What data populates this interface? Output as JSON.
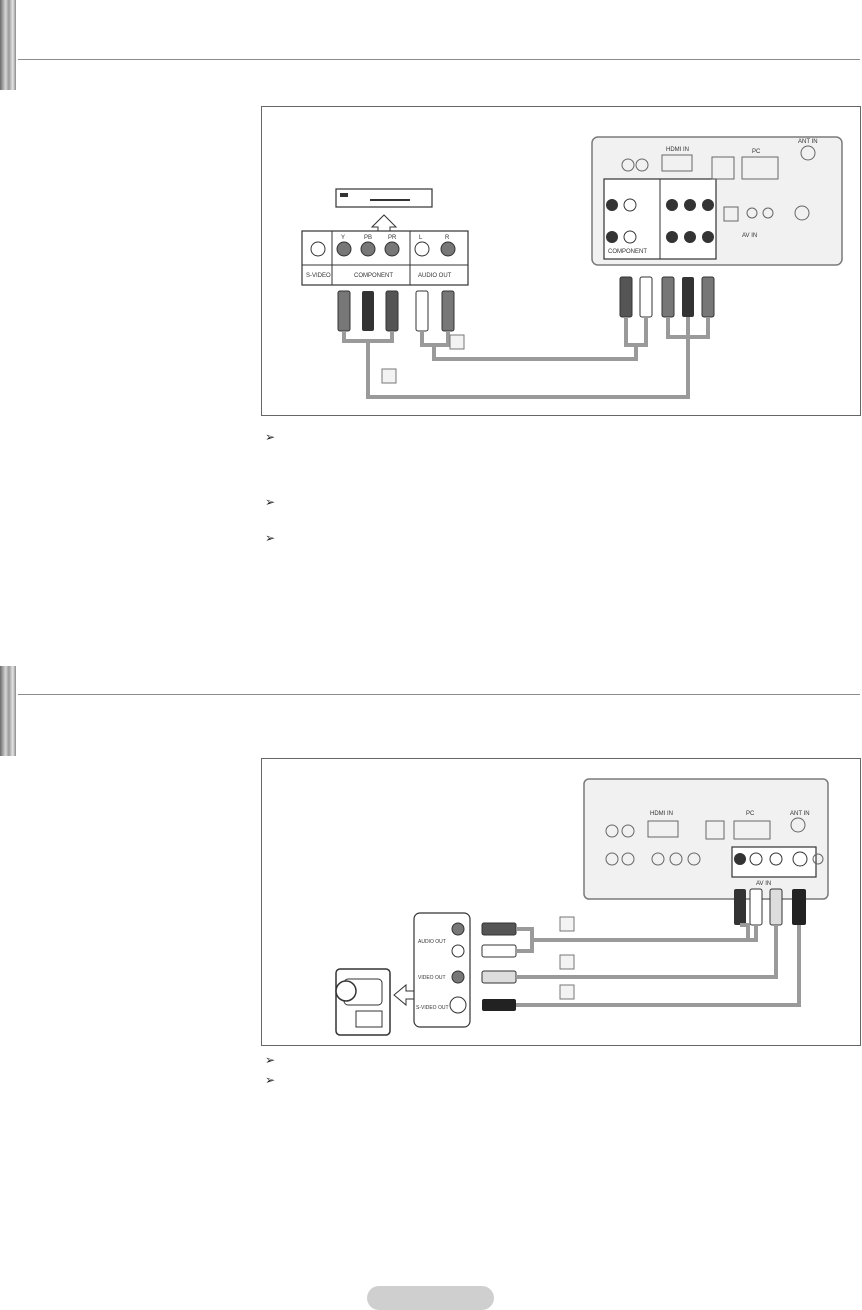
{
  "colors": {
    "cable": "#9a9a9a",
    "panel_bg": "#f1f1f1",
    "panel_border": "#7a7a7a",
    "connector_dark": "#3a3a3a",
    "connector_light": "#ffffff",
    "page_pill": "#cfcfcf"
  },
  "diagram1": {
    "device_labels": {
      "svideo": "S-VIDEO",
      "component": "COMPONENT",
      "audio_out": "AUDIO OUT",
      "y": "Y",
      "pb": "PB",
      "pr": "PR",
      "l": "L",
      "r": "R"
    },
    "tv_labels": {
      "antenna": "ANT IN",
      "hdmi": "HDMI IN",
      "pc": "PC",
      "component": "COMPONENT",
      "av_in": "AV IN"
    }
  },
  "diagram2": {
    "camcorder_labels": {
      "audio_out": "AUDIO OUT",
      "video_out": "VIDEO OUT",
      "svideo_out": "S-VIDEO OUT"
    },
    "tv_labels": {
      "antenna": "ANT IN",
      "hdmi": "HDMI IN",
      "pc": "PC",
      "av_in": "AV IN"
    }
  },
  "icons": [
    "arrow-bullet-icon",
    "dvd-player-icon",
    "camcorder-icon",
    "tv-rear-panel-icon"
  ]
}
